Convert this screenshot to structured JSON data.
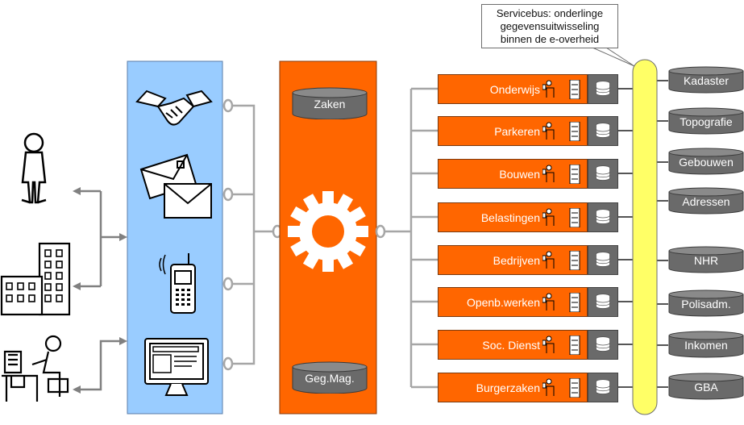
{
  "callout": {
    "lines": [
      "Servicebus: onderlinge",
      "gegevensuitwisseling",
      "binnen de e-overheid"
    ]
  },
  "core": {
    "databases": [
      "Zaken",
      "Geg.Mag."
    ]
  },
  "services": [
    {
      "label": "Onderwijs"
    },
    {
      "label": "Parkeren"
    },
    {
      "label": "Bouwen"
    },
    {
      "label": "Belastingen"
    },
    {
      "label": "Bedrijven"
    },
    {
      "label": "Openb.werken"
    },
    {
      "label": "Soc. Dienst"
    },
    {
      "label": "Burgerzaken"
    }
  ],
  "registries": [
    {
      "label": "Kadaster"
    },
    {
      "label": "Topografie"
    },
    {
      "label": "Gebouwen"
    },
    {
      "label": "Adressen"
    },
    {
      "label": "NHR"
    },
    {
      "label": "Polisadm."
    },
    {
      "label": "Inkomen"
    },
    {
      "label": "GBA"
    }
  ],
  "channels": [
    "handshake-icon",
    "envelope-icon",
    "mobile-phone-icon",
    "monitor-icon"
  ],
  "actors": [
    "person-icon",
    "buildings-icon",
    "office-worker-icon"
  ],
  "colors": {
    "channel_panel": "#99ccff",
    "core_panel": "#ff6600",
    "service_block": "#ff6600",
    "database": "#6a6a6a",
    "servicebus": "#ffff66",
    "connector": "#a6a6a6"
  }
}
